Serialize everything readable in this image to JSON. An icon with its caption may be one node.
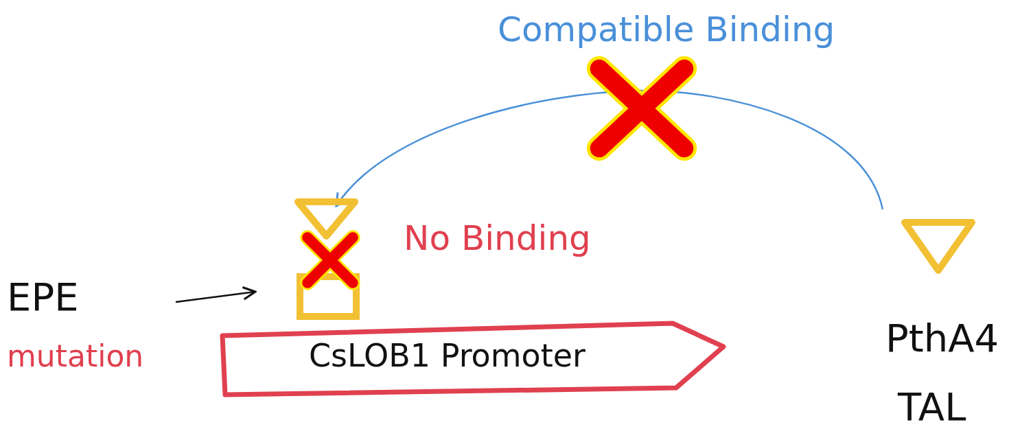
{
  "diagram": {
    "nodes": [
      {
        "text": [
          "EPE",
          "mutation"
        ]
      },
      {
        "text": [],
        "shape": "triangle"
      },
      {
        "text": [],
        "shape": "box"
      },
      {
        "text": [
          "CsLOB1 Promoter"
        ]
      },
      {
        "text": [],
        "shape": "triangle",
        "beside": [
          "PthA4",
          "TAL"
        ]
      }
    ],
    "edges": [
      {
        "from": 0,
        "to": 2,
        "arrow": "to"
      },
      {
        "from": 4,
        "to": 1,
        "arrow": "to",
        "label": "Compatible Binding",
        "color": "#4a90d9"
      }
    ],
    "labels": [
      "No Binding"
    ]
  }
}
